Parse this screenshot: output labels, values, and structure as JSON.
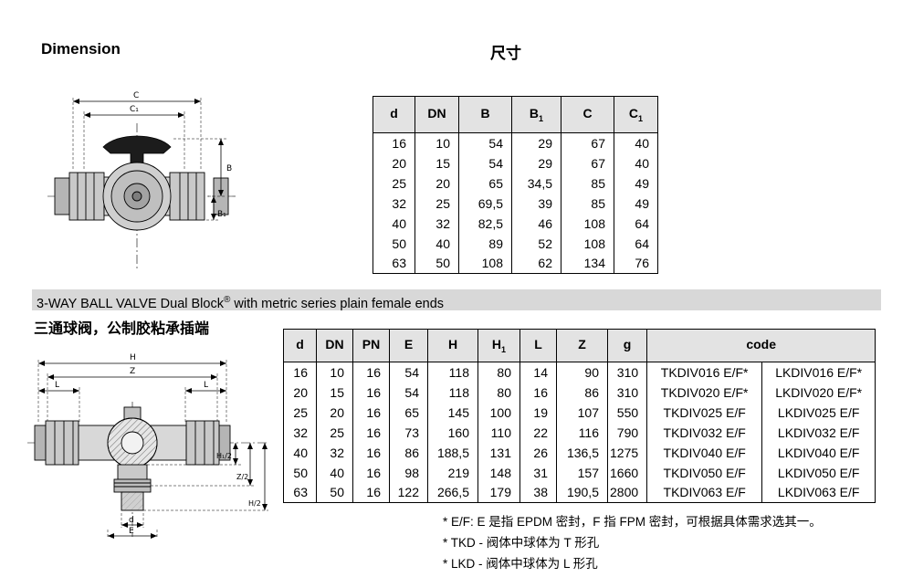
{
  "page": {
    "title_en": "Dimension",
    "title_zh": "尺寸"
  },
  "section_bar": {
    "text_before": "3-WAY BALL VALVE Dual Block",
    "registered_mark": "®",
    "text_after": " with metric series plain female ends",
    "subtitle_zh": "三通球阀，公制胶粘承插端",
    "background": "#d8d8d8"
  },
  "table1": {
    "headers": [
      {
        "base": "d",
        "sub": ""
      },
      {
        "base": "DN",
        "sub": ""
      },
      {
        "base": "B",
        "sub": ""
      },
      {
        "base": "B",
        "sub": "1"
      },
      {
        "base": "C",
        "sub": ""
      },
      {
        "base": "C",
        "sub": "1"
      }
    ],
    "rows": [
      [
        "16",
        "10",
        "54",
        "29",
        "67",
        "40"
      ],
      [
        "20",
        "15",
        "54",
        "29",
        "67",
        "40"
      ],
      [
        "25",
        "20",
        "65",
        "34,5",
        "85",
        "49"
      ],
      [
        "32",
        "25",
        "69,5",
        "39",
        "85",
        "49"
      ],
      [
        "40",
        "32",
        "82,5",
        "46",
        "108",
        "64"
      ],
      [
        "50",
        "40",
        "89",
        "52",
        "108",
        "64"
      ],
      [
        "63",
        "50",
        "108",
        "62",
        "134",
        "76"
      ]
    ]
  },
  "table2": {
    "headers": [
      {
        "base": "d",
        "sub": ""
      },
      {
        "base": "DN",
        "sub": ""
      },
      {
        "base": "PN",
        "sub": ""
      },
      {
        "base": "E",
        "sub": ""
      },
      {
        "base": "H",
        "sub": ""
      },
      {
        "base": "H",
        "sub": "1"
      },
      {
        "base": "L",
        "sub": ""
      },
      {
        "base": "Z",
        "sub": ""
      },
      {
        "base": "g",
        "sub": ""
      },
      {
        "base": "code",
        "sub": ""
      }
    ],
    "rows": [
      [
        "16",
        "10",
        "16",
        "54",
        "118",
        "80",
        "14",
        "90",
        "310",
        "TKDIV016 E/F*",
        "LKDIV016 E/F*"
      ],
      [
        "20",
        "15",
        "16",
        "54",
        "118",
        "80",
        "16",
        "86",
        "310",
        "TKDIV020 E/F*",
        "LKDIV020 E/F*"
      ],
      [
        "25",
        "20",
        "16",
        "65",
        "145",
        "100",
        "19",
        "107",
        "550",
        "TKDIV025 E/F",
        "LKDIV025 E/F"
      ],
      [
        "32",
        "25",
        "16",
        "73",
        "160",
        "110",
        "22",
        "116",
        "790",
        "TKDIV032 E/F",
        "LKDIV032 E/F"
      ],
      [
        "40",
        "32",
        "16",
        "86",
        "188,5",
        "131",
        "26",
        "136,5",
        "1275",
        "TKDIV040 E/F",
        "LKDIV040 E/F"
      ],
      [
        "50",
        "40",
        "16",
        "98",
        "219",
        "148",
        "31",
        "157",
        "1660",
        "TKDIV050 E/F",
        "LKDIV050 E/F"
      ],
      [
        "63",
        "50",
        "16",
        "122",
        "266,5",
        "179",
        "38",
        "190,5",
        "2800",
        "TKDIV063 E/F",
        "LKDIV063 E/F"
      ]
    ]
  },
  "footnotes": [
    "* E/F: E 是指 EPDM 密封，F 指 FPM 密封，可根据具体需求选其一。",
    "* TKD - 阀体中球体为 T 形孔",
    "* LKD - 阀体中球体为 L 形孔"
  ],
  "drawing1": {
    "labels": {
      "c": "C",
      "c1": "C₁",
      "b": "B",
      "b1": "B₁"
    }
  },
  "drawing2": {
    "labels": {
      "h": "H",
      "z": "Z",
      "l_left": "L",
      "l_right": "L",
      "h1_half": "H₁/2",
      "z_half": "Z/2",
      "h_half": "H/2",
      "d": "d",
      "e": "E"
    }
  }
}
